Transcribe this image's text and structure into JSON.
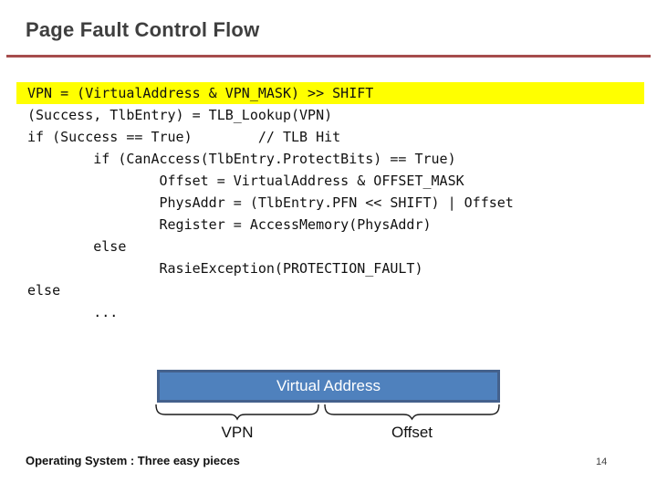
{
  "slide": {
    "title": "Page Fault Control Flow",
    "footer": "Operating System : Three easy pieces",
    "page_number": "14"
  },
  "code": {
    "highlight_color": "#ffff00",
    "lines": [
      "VPN = (VirtualAddress & VPN_MASK) >> SHIFT",
      "(Success, TlbEntry) = TLB_Lookup(VPN)",
      "if (Success == True)        // TLB Hit",
      "        if (CanAccess(TlbEntry.ProtectBits) == True)",
      "                Offset = VirtualAddress & OFFSET_MASK",
      "                PhysAddr = (TlbEntry.PFN << SHIFT) | Offset",
      "                Register = AccessMemory(PhysAddr)",
      "        else",
      "                RasieException(PROTECTION_FAULT)",
      "else",
      "        ..."
    ]
  },
  "diagram": {
    "box_label": "Virtual Address",
    "left_label": "VPN",
    "right_label": "Offset",
    "box_fill_color": "#4f81bd",
    "box_border_color": "#44618c"
  },
  "colors": {
    "accent_line": "#a64d4d",
    "title_text": "#3f3f3f"
  }
}
